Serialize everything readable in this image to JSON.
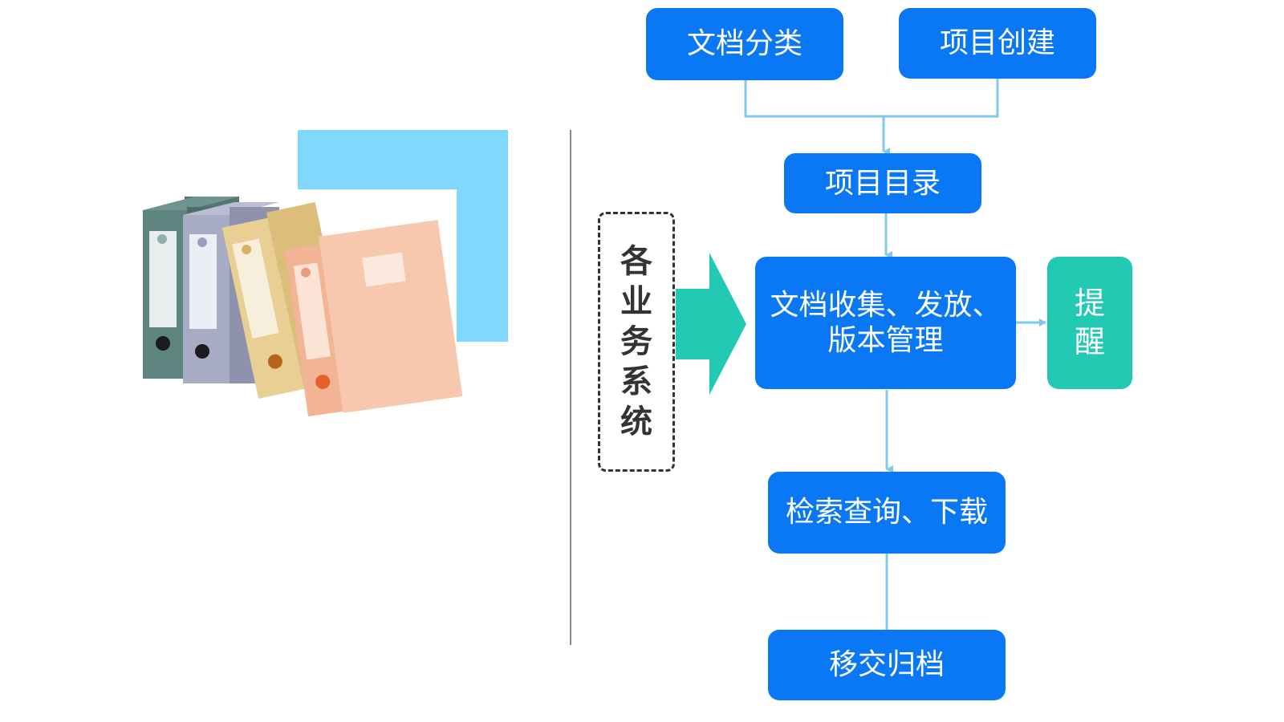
{
  "colors": {
    "primary_blue": "#0a78f5",
    "teal": "#22c9b3",
    "light_blue": "#80d8ff",
    "connector": "#80c8ee",
    "divider": "#888888"
  },
  "illustration": {
    "name": "document-binders-image",
    "binders": [
      "teal-grey",
      "lavender-grey",
      "beige",
      "peach"
    ]
  },
  "system": {
    "chars": [
      "各",
      "业",
      "务",
      "系",
      "统"
    ]
  },
  "nodes": {
    "doc_classify": "文档分类",
    "project_create": "项目创建",
    "project_catalog": "项目目录",
    "collect_line1": "文档收集、发放、",
    "collect_line2": "版本管理",
    "reminder_chars": [
      "提",
      "醒"
    ],
    "search_download": "检索查询、下载",
    "transfer_archive": "移交归档"
  }
}
